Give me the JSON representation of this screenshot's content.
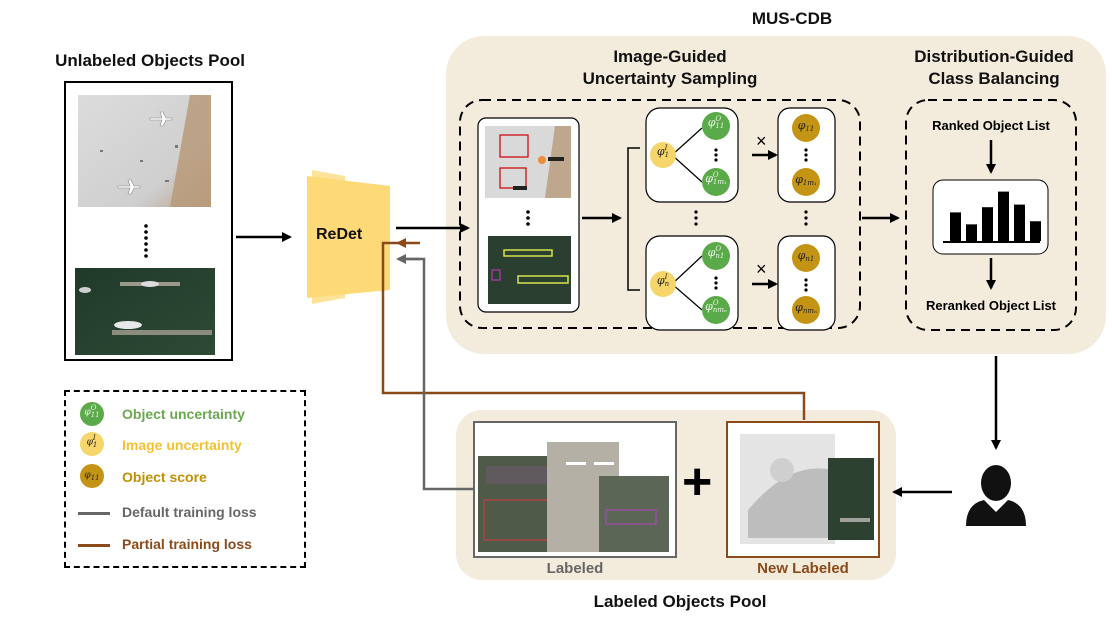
{
  "title": "MUS-CDB",
  "pool": {
    "title": "Unlabeled Objects Pool",
    "ellipsis": "......"
  },
  "detector": {
    "label": "ReDet"
  },
  "ius": {
    "title_line1": "Image-Guided",
    "title_line2": "Uncertainty Sampling",
    "top_image": {
      "sym": "φ",
      "sup": "I",
      "sub": "1"
    },
    "bottom_image": {
      "sym": "φ",
      "sup": "I",
      "sub": "n"
    },
    "top_objects": [
      {
        "sym": "φ",
        "sup": "O",
        "sub": "11"
      },
      {
        "sym": "φ",
        "sup": "O",
        "sub": "1m₁"
      }
    ],
    "bottom_objects": [
      {
        "sym": "φ",
        "sup": "O",
        "sub": "n1"
      },
      {
        "sym": "φ",
        "sup": "O",
        "sub": "nmₙ"
      }
    ],
    "top_scores": [
      {
        "sym": "φ",
        "sub": "11"
      },
      {
        "sym": "φ",
        "sub": "1m₁"
      }
    ],
    "bottom_scores": [
      {
        "sym": "φ",
        "sub": "n1"
      },
      {
        "sym": "φ",
        "sub": "nmₙ"
      }
    ],
    "times": "×"
  },
  "dcb": {
    "title_line1": "Distribution-Guided",
    "title_line2": "Class Balancing",
    "ranked": "Ranked Object List",
    "reranked": "Reranked Object List",
    "bar_heights": [
      0.55,
      0.32,
      0.65,
      0.95,
      0.7,
      0.38
    ]
  },
  "labeled_pool": {
    "title": "Labeled Objects Pool",
    "labeled": "Labeled",
    "new_labeled": "New Labeled",
    "plus": "+"
  },
  "legend": {
    "object_uncertainty": "Object uncertainty",
    "image_uncertainty": "Image uncertainty",
    "object_score": "Object score",
    "default_loss": "Default training loss",
    "partial_loss": "Partial training loss",
    "obj_sym": {
      "sym": "φ",
      "sup": "O",
      "sub": "11"
    },
    "img_sym": {
      "sym": "φ",
      "sup": "I",
      "sub": "1"
    },
    "score_sym": {
      "sym": "φ",
      "sub": "11"
    }
  },
  "colors": {
    "green": "#5aaa4a",
    "yellow": "#f6d66a",
    "gold": "#c49414",
    "gray_loss": "#666666",
    "brown_loss": "#8b4a1a",
    "legend_green": "#6aa84f",
    "legend_yellow": "#f1c232",
    "legend_gold": "#bf9000",
    "panel": "#f3ecdd"
  }
}
